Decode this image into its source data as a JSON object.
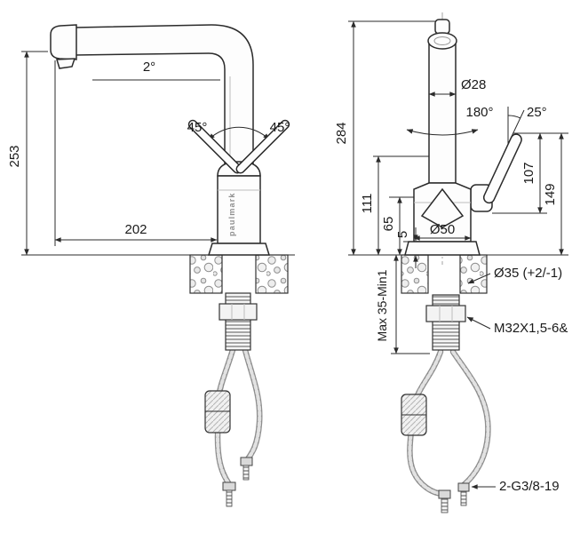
{
  "brand": "paulmark",
  "left_view": {
    "height": "253",
    "spout_angle": "2°",
    "handle_angle_left": "45°",
    "handle_angle_right": "45°",
    "reach": "202"
  },
  "right_view": {
    "total_height": "284",
    "spout_diameter": "Ø28",
    "swivel_angle": "180°",
    "lever_tilt": "25°",
    "lever_length": "107",
    "lever_top_height": "149",
    "outlet_height": "111",
    "body_top_height": "65",
    "base_plate_height": "5",
    "body_diameter": "Ø50",
    "mount_hole_diameter": "Ø35 (+2/-1)",
    "mount_thickness": "Max 35-Min1",
    "shank_thread": "M32X1,5-6&",
    "hose_thread": "2-G3/8-19"
  }
}
